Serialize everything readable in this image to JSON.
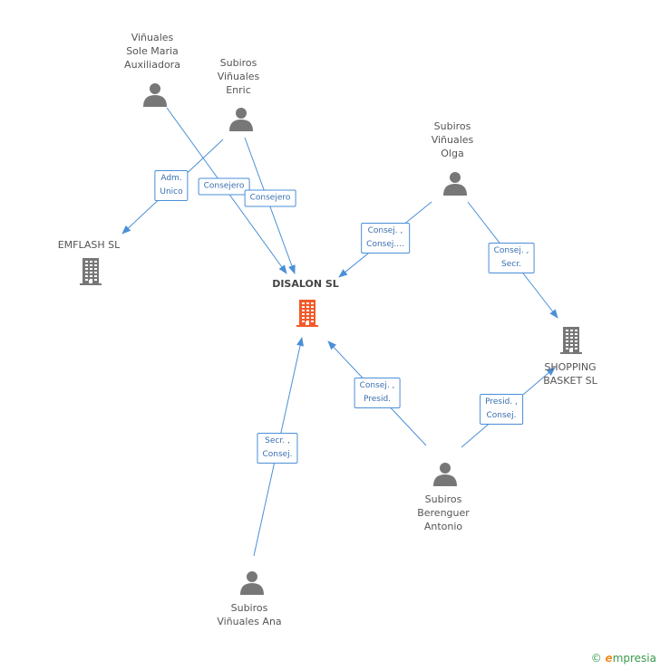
{
  "nodes": {
    "disalon": {
      "lines": [
        "DISALON SL"
      ],
      "icon": "building-icon",
      "color": "#f15a29"
    },
    "emflash": {
      "lines": [
        "EMFLASH SL"
      ],
      "icon": "building-icon",
      "color": "#777777"
    },
    "shopping": {
      "lines": [
        "SHOPPING",
        "BASKET SL"
      ],
      "icon": "building-icon",
      "color": "#777777"
    },
    "sole": {
      "lines": [
        "Viñuales",
        "Sole Maria",
        "Auxiliadora"
      ],
      "icon": "person-icon",
      "color": "#777777"
    },
    "enric": {
      "lines": [
        "Subiros",
        "Viñuales",
        "Enric"
      ],
      "icon": "person-icon",
      "color": "#777777"
    },
    "olga": {
      "lines": [
        "Subiros",
        "Viñuales",
        "Olga"
      ],
      "icon": "person-icon",
      "color": "#777777"
    },
    "antonio": {
      "lines": [
        "Subiros",
        "Berenguer",
        "Antonio"
      ],
      "icon": "person-icon",
      "color": "#777777"
    },
    "ana": {
      "lines": [
        "Subiros",
        "Viñuales Ana"
      ],
      "icon": "person-icon",
      "color": "#777777"
    }
  },
  "edges": [
    {
      "id": "enric-emflash",
      "lines": [
        "Adm.",
        "Unico"
      ]
    },
    {
      "id": "sole-disalon",
      "lines": [
        "Consejero"
      ]
    },
    {
      "id": "enric-disalon",
      "lines": [
        "Consejero"
      ]
    },
    {
      "id": "olga-disalon",
      "lines": [
        "Consej. ,",
        "Consej...."
      ]
    },
    {
      "id": "olga-shopping",
      "lines": [
        "Consej. ,",
        "Secr."
      ]
    },
    {
      "id": "antonio-disalon",
      "lines": [
        "Consej. ,",
        "Presid."
      ]
    },
    {
      "id": "antonio-shopping",
      "lines": [
        "Presid. ,",
        "Consej."
      ]
    },
    {
      "id": "ana-disalon",
      "lines": [
        "Secr. ,",
        "Consej."
      ]
    }
  ],
  "brand": {
    "copyright": "©",
    "name": "mpresia",
    "initial": "e"
  },
  "colors": {
    "edge": "#4a8fd8",
    "main_node": "#f15a29",
    "node": "#777777"
  }
}
